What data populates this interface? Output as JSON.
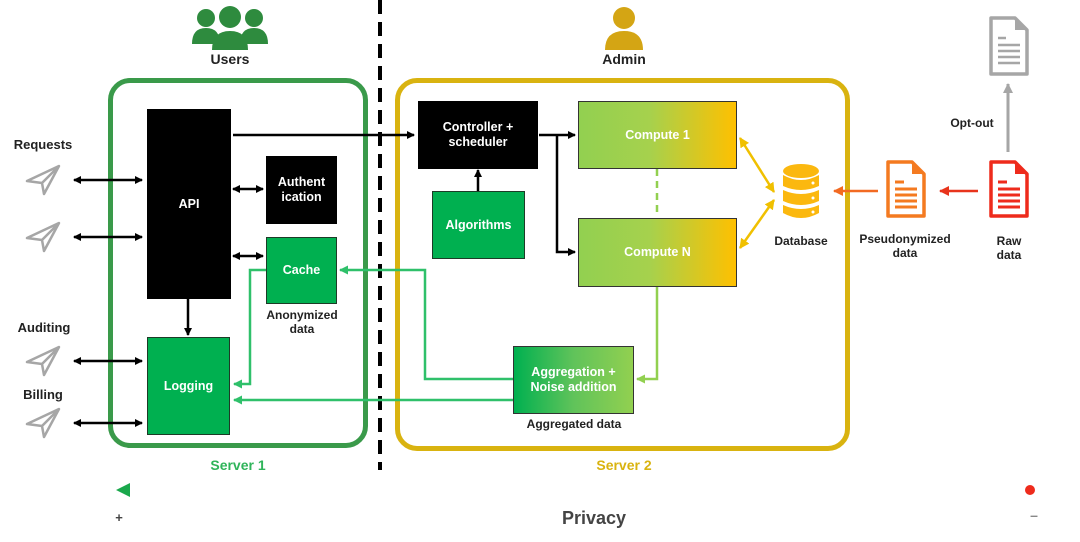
{
  "roles": {
    "users": "Users",
    "admin": "Admin"
  },
  "servers": {
    "server1": "Server 1",
    "server2": "Server 2"
  },
  "clients": {
    "requests": "Requests",
    "auditing": "Auditing",
    "billing": "Billing"
  },
  "server1": {
    "api": "API",
    "authentication": "Authent\nication",
    "cache": "Cache",
    "cache_caption": "Anonymized\ndata",
    "logging": "Logging"
  },
  "server2": {
    "controller": "Controller +\nscheduler",
    "algorithms": "Algorithms",
    "compute1": "Compute 1",
    "computeN": "Compute N",
    "aggregation": "Aggregation +\nNoise addition",
    "aggregation_caption": "Aggregated data",
    "database": "Database"
  },
  "data_sources": {
    "pseudonymized": "Pseudonymized\ndata",
    "raw": "Raw\ndata",
    "opt_out": "Opt-out"
  },
  "privacy_scale": {
    "label": "Privacy",
    "plus": "+",
    "minus": "–"
  },
  "icons": {
    "users": "users-group-icon",
    "admin": "user-icon",
    "client": "paper-plane-icon",
    "database": "database-icon",
    "document": "document-icon"
  },
  "colors": {
    "server1": "#3a9a4a",
    "server2": "#d9b310",
    "green_box": "#00b050",
    "light_green": "#92d050",
    "gold": "#ffc000",
    "pseudo_orange": "#f47a20",
    "raw_red": "#ee2b1c",
    "optout_gray": "#a6a6a6"
  }
}
